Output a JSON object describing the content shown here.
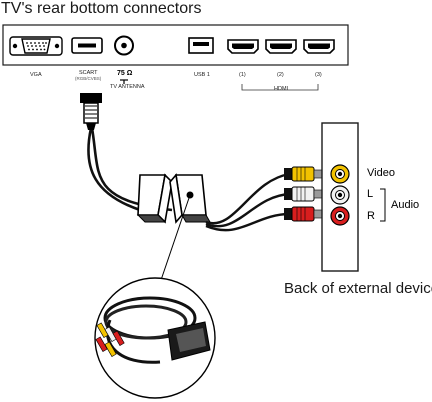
{
  "title": "TV's rear bottom connectors",
  "ports": {
    "vga": "VGA",
    "scart": "SCART",
    "scart_sub": "(RGB/CVBS)",
    "antenna_ohm": "75 Ω",
    "antenna": "TV ANTENNA",
    "usb": "USB 1",
    "hdmi1": "(1)",
    "hdmi2": "(2)",
    "hdmi3": "(3)",
    "hdmi": "HDMI"
  },
  "device": {
    "caption": "Back of external device",
    "video": "Video",
    "left": "L",
    "right": "R",
    "audio": "Audio"
  },
  "colors": {
    "yellow": "#f2c200",
    "white": "#f2f2f2",
    "red": "#d81e1e"
  }
}
